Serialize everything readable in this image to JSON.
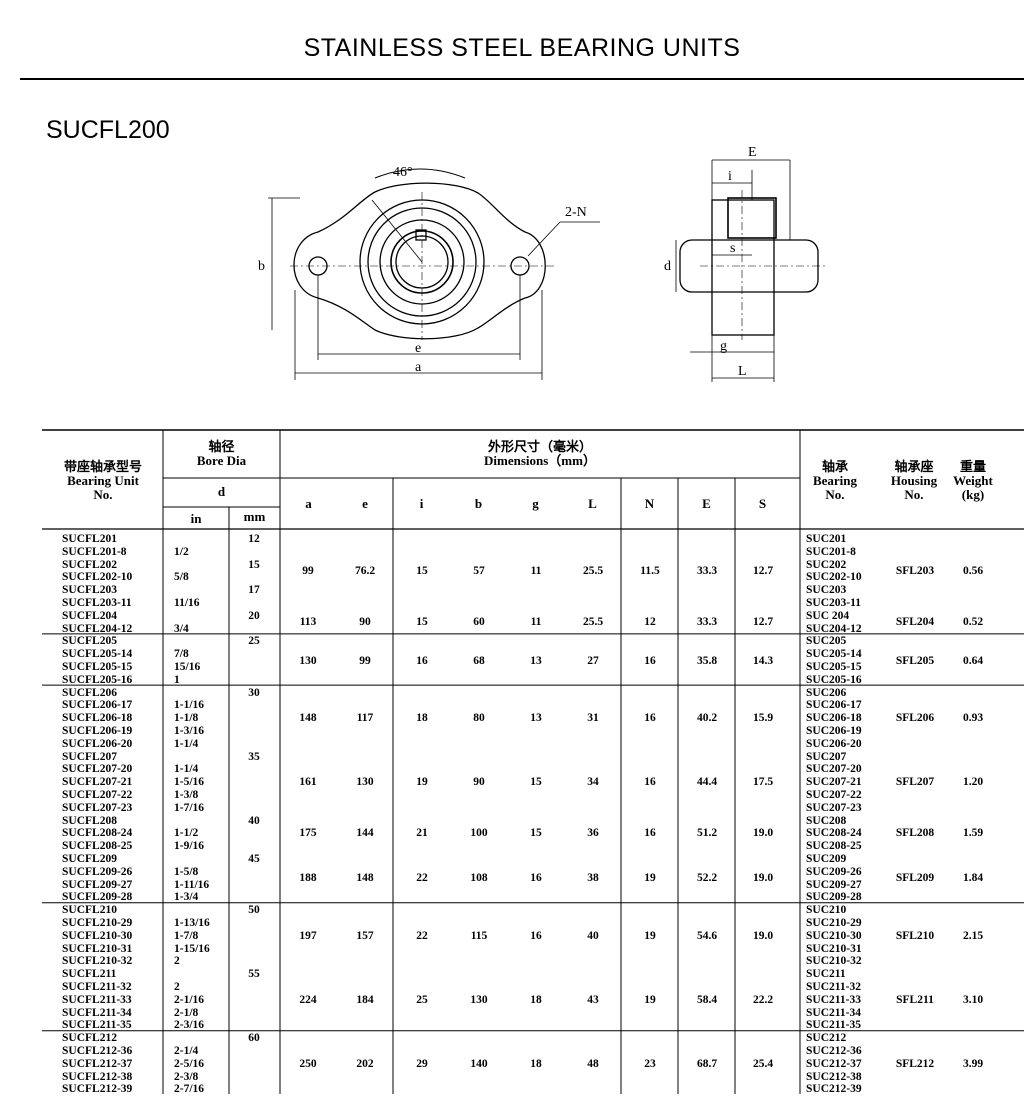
{
  "page_title": "STAINLESS STEEL BEARING UNITS",
  "model_title": "SUCFL200",
  "drawing": {
    "angle_label": "46°",
    "hole_label": "2-N",
    "dim_b": "b",
    "dim_e": "e",
    "dim_a": "a",
    "dim_E": "E",
    "dim_i": "i",
    "dim_s": "s",
    "dim_d": "d",
    "dim_g": "g",
    "dim_L": "L"
  },
  "header": {
    "unit_cn": "带座轴承型号",
    "unit_en": "Bearing Unit",
    "unit_no": "No.",
    "bore_cn": "轴径",
    "bore_en": "Bore Dia",
    "d": "d",
    "in": "in",
    "mm": "mm",
    "dims_cn": "外形尺寸（毫米）",
    "dims_en": "Dimensions（mm）",
    "a": "a",
    "e": "e",
    "i": "i",
    "b": "b",
    "g": "g",
    "L": "L",
    "N": "N",
    "E": "E",
    "S": "S",
    "bearing_cn": "轴承",
    "bearing_en": "Bearing",
    "bearing_no": "No.",
    "housing_cn": "轴承座",
    "housing_en": "Housing",
    "housing_no": "No.",
    "weight_cn": "重量",
    "weight_en": "Weight",
    "weight_unit": "(kg)"
  },
  "models": [
    "SUCFL201",
    "SUCFL201-8",
    "SUCFL202",
    "SUCFL202-10",
    "SUCFL203",
    "SUCFL203-11",
    "SUCFL204",
    "SUCFL204-12",
    "SUCFL205",
    "SUCFL205-14",
    "SUCFL205-15",
    "SUCFL205-16",
    "SUCFL206",
    "SUCFL206-17",
    "SUCFL206-18",
    "SUCFL206-19",
    "SUCFL206-20",
    "SUCFL207",
    "SUCFL207-20",
    "SUCFL207-21",
    "SUCFL207-22",
    "SUCFL207-23",
    "SUCFL208",
    "SUCFL208-24",
    "SUCFL208-25",
    "SUCFL209",
    "SUCFL209-26",
    "SUCFL209-27",
    "SUCFL209-28",
    "SUCFL210",
    "SUCFL210-29",
    "SUCFL210-30",
    "SUCFL210-31",
    "SUCFL210-32",
    "SUCFL211",
    "SUCFL211-32",
    "SUCFL211-33",
    "SUCFL211-34",
    "SUCFL211-35",
    "SUCFL212",
    "SUCFL212-36",
    "SUCFL212-37",
    "SUCFL212-38",
    "SUCFL212-39"
  ],
  "inches": [
    "",
    "1/2",
    "",
    "5/8",
    "",
    "11/16",
    "",
    "3/4",
    "",
    "7/8",
    "15/16",
    "1",
    "",
    "1-1/16",
    "1-1/8",
    "1-3/16",
    "1-1/4",
    "",
    "1-1/4",
    "1-5/16",
    "1-3/8",
    "1-7/16",
    "",
    "1-1/2",
    "1-9/16",
    "",
    "1-5/8",
    "1-11/16",
    "1-3/4",
    "",
    "1-13/16",
    "1-7/8",
    "1-15/16",
    "2",
    "",
    "2",
    "2-1/16",
    "2-1/8",
    "2-3/16",
    "",
    "2-1/4",
    "2-5/16",
    "2-3/8",
    "2-7/16"
  ],
  "bearings": [
    "SUC201",
    "SUC201-8",
    "SUC202",
    "SUC202-10",
    "SUC203",
    "SUC203-11",
    "SUC 204",
    "SUC204-12",
    "SUC205",
    "SUC205-14",
    "SUC205-15",
    "SUC205-16",
    "SUC206",
    "SUC206-17",
    "SUC206-18",
    "SUC206-19",
    "SUC206-20",
    "SUC207",
    "SUC207-20",
    "SUC207-21",
    "SUC207-22",
    "SUC207-23",
    "SUC208",
    "SUC208-24",
    "SUC208-25",
    "SUC209",
    "SUC209-26",
    "SUC209-27",
    "SUC209-28",
    "SUC210",
    "SUC210-29",
    "SUC210-30",
    "SUC210-31",
    "SUC210-32",
    "SUC211",
    "SUC211-32",
    "SUC211-33",
    "SUC211-34",
    "SUC211-35",
    "SUC212",
    "SUC212-36",
    "SUC212-37",
    "SUC212-38",
    "SUC212-39"
  ],
  "mm_values": [
    {
      "row": 0,
      "value": "12"
    },
    {
      "row": 2,
      "value": "15"
    },
    {
      "row": 4,
      "value": "17"
    },
    {
      "row": 6,
      "value": "20"
    },
    {
      "row": 8,
      "value": "25"
    },
    {
      "row": 12,
      "value": "30"
    },
    {
      "row": 17,
      "value": "35"
    },
    {
      "row": 22,
      "value": "40"
    },
    {
      "row": 25,
      "value": "45"
    },
    {
      "row": 29,
      "value": "50"
    },
    {
      "row": 34,
      "value": "55"
    },
    {
      "row": 39,
      "value": "60"
    }
  ],
  "dim_groups": [
    {
      "row": 2.5,
      "a": "99",
      "e": "76.2",
      "i": "15",
      "b": "57",
      "g": "11",
      "L": "25.5",
      "N": "11.5",
      "E": "33.3",
      "S": "12.7",
      "housing": "SFL203",
      "weight": "0.56"
    },
    {
      "row": 6.5,
      "a": "113",
      "e": "90",
      "i": "15",
      "b": "60",
      "g": "11",
      "L": "25.5",
      "N": "12",
      "E": "33.3",
      "S": "12.7",
      "housing": "SFL204",
      "weight": "0.52"
    },
    {
      "row": 9.5,
      "a": "130",
      "e": "99",
      "i": "16",
      "b": "68",
      "g": "13",
      "L": "27",
      "N": "16",
      "E": "35.8",
      "S": "14.3",
      "housing": "SFL205",
      "weight": "0.64"
    },
    {
      "row": 14,
      "a": "148",
      "e": "117",
      "i": "18",
      "b": "80",
      "g": "13",
      "L": "31",
      "N": "16",
      "E": "40.2",
      "S": "15.9",
      "housing": "SFL206",
      "weight": "0.93"
    },
    {
      "row": 19,
      "a": "161",
      "e": "130",
      "i": "19",
      "b": "90",
      "g": "15",
      "L": "34",
      "N": "16",
      "E": "44.4",
      "S": "17.5",
      "housing": "SFL207",
      "weight": "1.20"
    },
    {
      "row": 23,
      "a": "175",
      "e": "144",
      "i": "21",
      "b": "100",
      "g": "15",
      "L": "36",
      "N": "16",
      "E": "51.2",
      "S": "19.0",
      "housing": "SFL208",
      "weight": "1.59"
    },
    {
      "row": 26.5,
      "a": "188",
      "e": "148",
      "i": "22",
      "b": "108",
      "g": "16",
      "L": "38",
      "N": "19",
      "E": "52.2",
      "S": "19.0",
      "housing": "SFL209",
      "weight": "1.84"
    },
    {
      "row": 31,
      "a": "197",
      "e": "157",
      "i": "22",
      "b": "115",
      "g": "16",
      "L": "40",
      "N": "19",
      "E": "54.6",
      "S": "19.0",
      "housing": "SFL210",
      "weight": "2.15"
    },
    {
      "row": 36,
      "a": "224",
      "e": "184",
      "i": "25",
      "b": "130",
      "g": "18",
      "L": "43",
      "N": "19",
      "E": "58.4",
      "S": "22.2",
      "housing": "SFL211",
      "weight": "3.10"
    },
    {
      "row": 41,
      "a": "250",
      "e": "202",
      "i": "29",
      "b": "140",
      "g": "18",
      "L": "48",
      "N": "23",
      "E": "68.7",
      "S": "25.4",
      "housing": "SFL212",
      "weight": "3.99"
    }
  ],
  "section_breaks": [
    8,
    12,
    29,
    39
  ]
}
